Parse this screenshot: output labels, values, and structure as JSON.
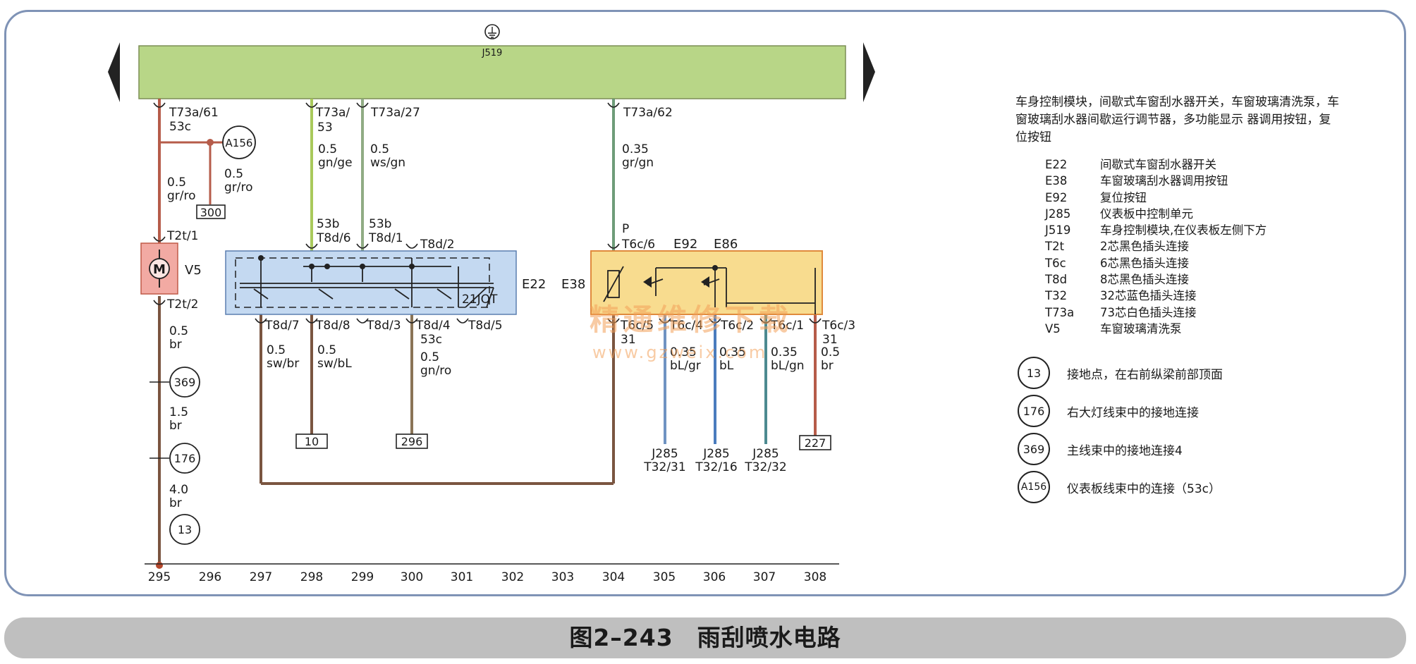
{
  "caption": "图2–243　雨刮喷水电路",
  "module": {
    "label": "J519",
    "ground_icon": "ground-symbol-icon"
  },
  "colors": {
    "module_fill": "#b8d687",
    "switch_fill": "#c4d9f1",
    "e38_fill": "#f8dc8f",
    "motor_fill": "#f2aaa3",
    "wire_red": "#b65c4a",
    "wire_brown": "#7a5540",
    "wire_green": "#a9c95b",
    "wire_green2": "#90ac84",
    "wire_green3": "#6e9c79",
    "wire_blue": "#6f93c2",
    "wire_blue2": "#4a7cbd",
    "wire_teal": "#4d8a90"
  },
  "pins": {
    "t73a_61": "T73a/61",
    "w53c_a": "53c",
    "t73a_53": "T73a/",
    "t73a_53b": "53",
    "t73a_27": "T73a/27",
    "t73a_62": "T73a/62",
    "t2t_1": "T2t/1",
    "t2t_2": "T2t/2",
    "w53b_1": "53b",
    "t8d_6": "T8d/6",
    "w53b_2": "53b",
    "t8d_1": "T8d/1",
    "t8d_2": "T8d/2",
    "t8d_7": "T8d/7",
    "t8d_8": "T8d/8",
    "t8d_3": "T8d/3",
    "t8d_4": "T8d/4",
    "t8d_5": "T8d/5",
    "w53c_b": "53c",
    "p_lbl": "P",
    "t6c_6": "T6c/6",
    "t6c_5": "T6c/5",
    "t6c_4": "T6c/4",
    "t6c_2": "T6c/2",
    "t6c_1": "T6c/1",
    "t6c_3": "T6c/3",
    "w31_a": "31",
    "w31_b": "31"
  },
  "wires": {
    "w1_size": "0.5",
    "w1_color": "gr/ro",
    "w2_size": "0.5",
    "w2_color": "gr/ro",
    "w3_size": "0.5",
    "w3_color": "gn/ge",
    "w4_size": "0.5",
    "w4_color": "ws/gn",
    "w5_size": "0.35",
    "w5_color": "gr/gn",
    "w6_size": "0.5",
    "w6_color": "br",
    "w7_size": "1.5",
    "w7_color": "br",
    "w8_size": "4.0",
    "w8_color": "br",
    "w9_size": "0.5",
    "w9_color": "sw/br",
    "w10_size": "0.5",
    "w10_color": "sw/bL",
    "w11_size": "0.5",
    "w11_color": "gn/ro",
    "w12_size": "0.35",
    "w12_color": "bL/gr",
    "w13_size": "0.35",
    "w13_color": "bL",
    "w14_size": "0.35",
    "w14_color": "bL/gn",
    "w15_size": "0.5",
    "w15_color": "br"
  },
  "components": {
    "v5": "V5",
    "e22": "E22",
    "e38": "E38",
    "e92": "E92",
    "e86": "E86",
    "e22_inner": "21JOT"
  },
  "refs": {
    "r300": "300",
    "r10": "10",
    "r296": "296",
    "r227": "227"
  },
  "circles": {
    "a156": "A156",
    "c369": "369",
    "c176": "176",
    "c13": "13"
  },
  "j285": {
    "l1": "J285",
    "p1": "T32/31",
    "l2": "J285",
    "p2": "T32/16",
    "l3": "J285",
    "p3": "T32/32"
  },
  "grid": [
    "295",
    "296",
    "297",
    "298",
    "299",
    "300",
    "301",
    "302",
    "303",
    "304",
    "305",
    "306",
    "307",
    "308"
  ],
  "watermark": {
    "text": "精通维修下载",
    "url": "www.gzweix.com"
  },
  "legend": {
    "heading": "车身控制模块，间歇式车窗刮水器开关，车窗玻璃清洗泵，车窗玻璃刮水器间歇运行调节器，多功能显示 器调用按钮，复位按钮",
    "items": [
      {
        "code": "E22",
        "desc": "间歇式车窗刮水器开关"
      },
      {
        "code": "E38",
        "desc": "车窗玻璃刮水器调用按钮"
      },
      {
        "code": "E92",
        "desc": "复位按钮"
      },
      {
        "code": "J285",
        "desc": "仪表板中控制单元"
      },
      {
        "code": "J519",
        "desc": "车身控制模块,在仪表板左侧下方"
      },
      {
        "code": "T2t",
        "desc": "2芯黑色插头连接"
      },
      {
        "code": "T6c",
        "desc": "6芯黑色插头连接"
      },
      {
        "code": "T8d",
        "desc": "8芯黑色插头连接"
      },
      {
        "code": "T32",
        "desc": "32芯蓝色插头连接"
      },
      {
        "code": "T73a",
        "desc": "73芯白色插头连接"
      },
      {
        "code": "V5",
        "desc": "车窗玻璃清洗泵"
      }
    ],
    "grounds": [
      {
        "id": "13",
        "desc": "接地点，在右前纵梁前部顶面"
      },
      {
        "id": "176",
        "desc": "右大灯线束中的接地连接"
      },
      {
        "id": "369",
        "desc": "主线束中的接地连接4"
      },
      {
        "id": "A156",
        "desc": "仪表板线束中的连接（53c）"
      }
    ]
  }
}
